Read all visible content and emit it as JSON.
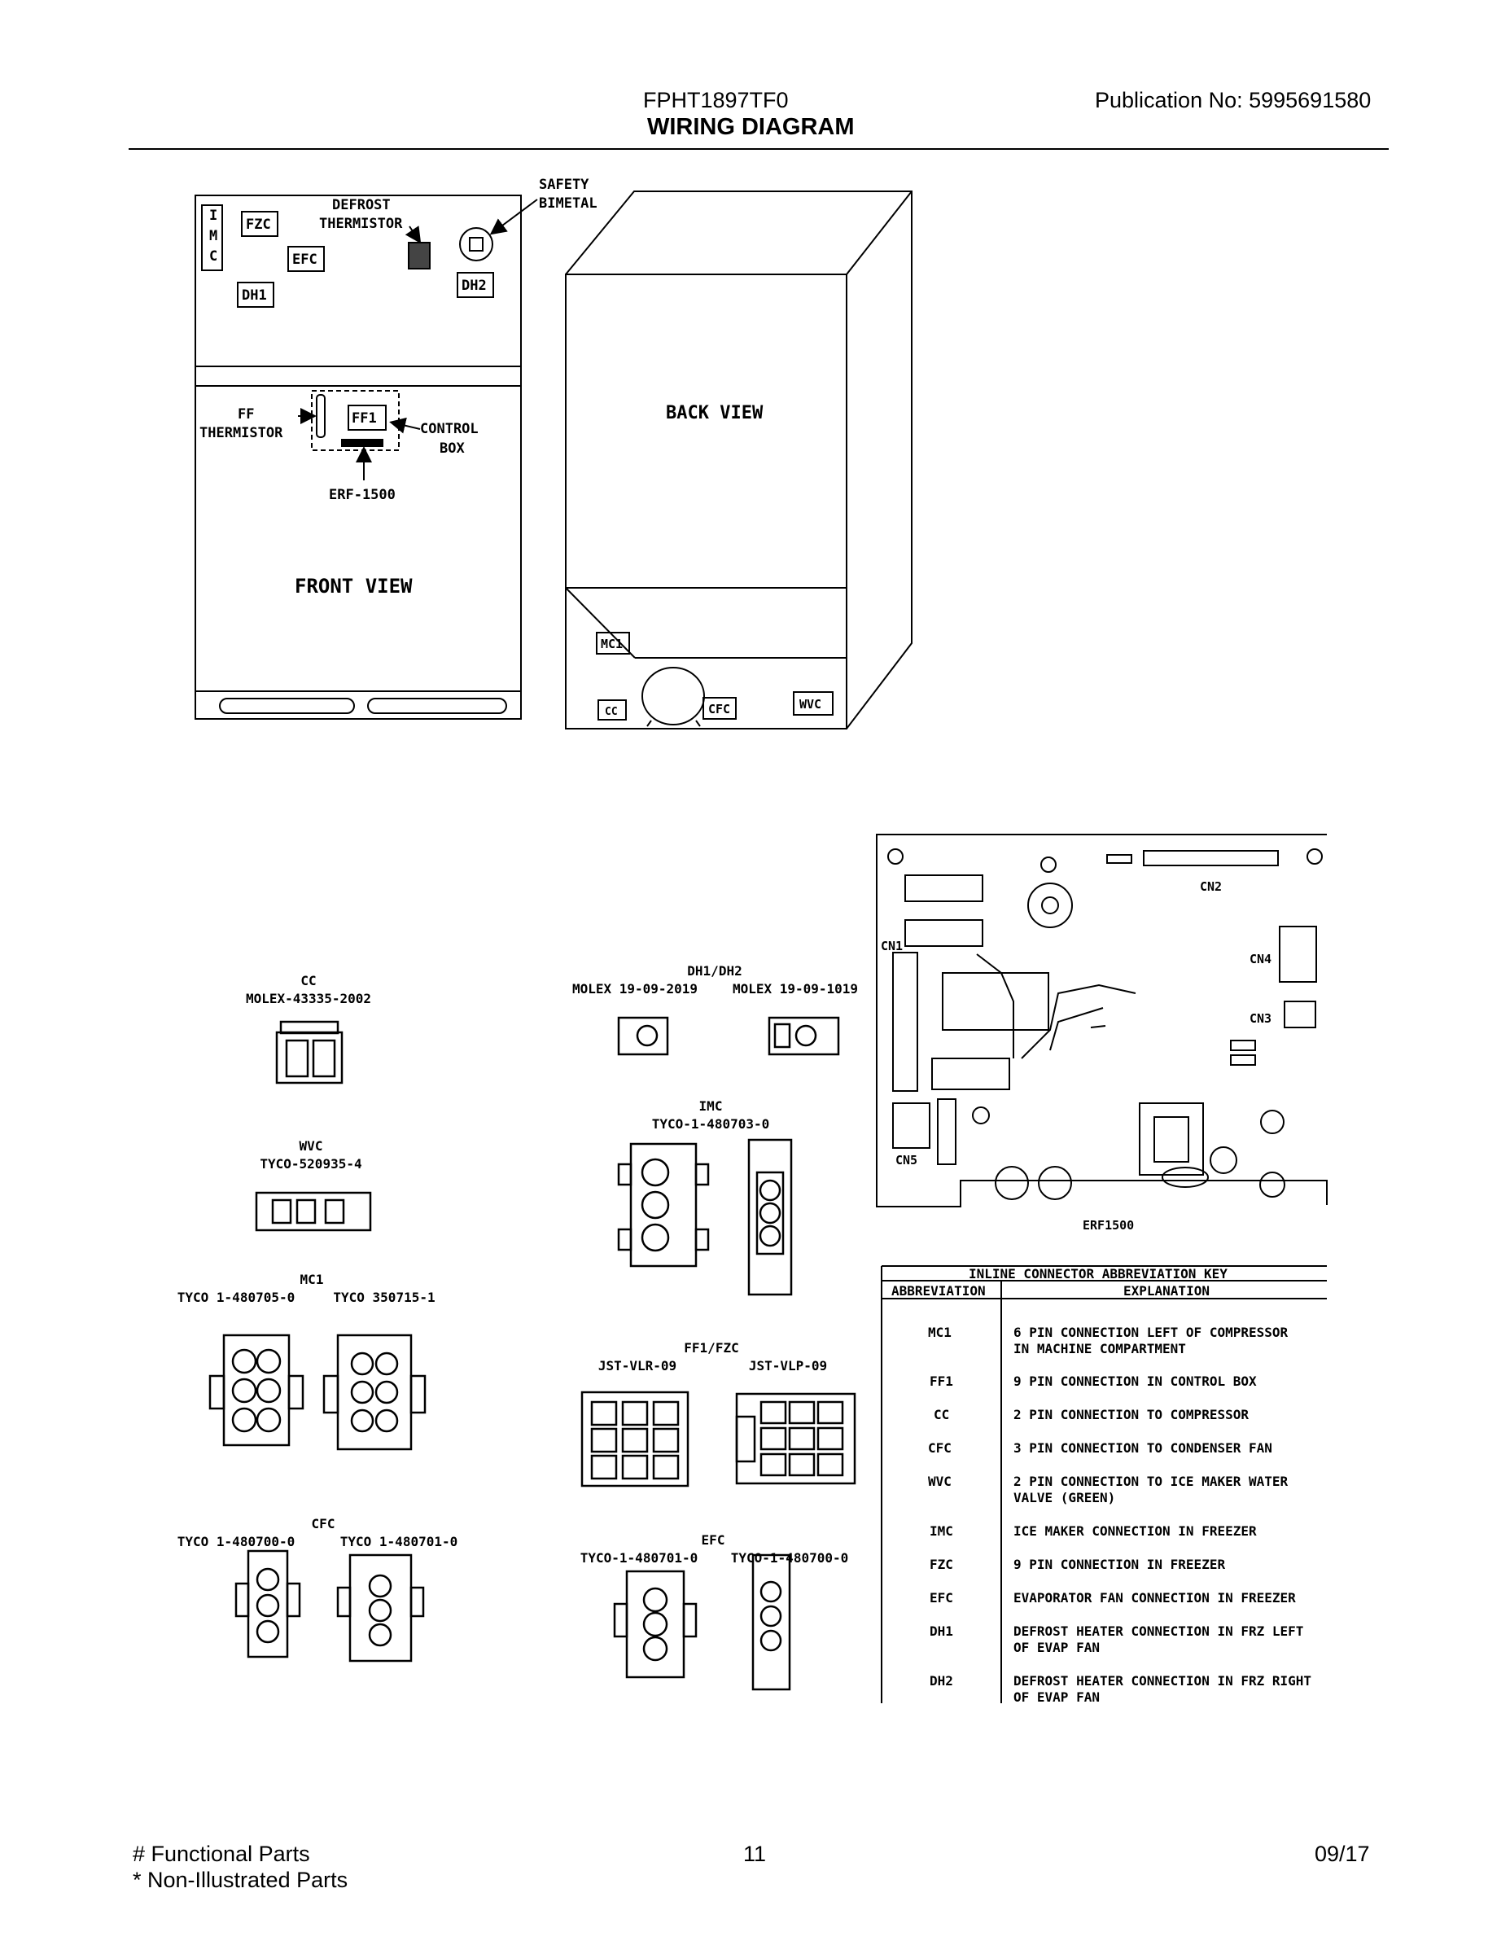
{
  "header": {
    "model": "FPHT1897TF0",
    "title": "WIRING DIAGRAM",
    "publication": "Publication No:  5995691580"
  },
  "front_view": {
    "imc_letters": [
      "I",
      "M",
      "C"
    ],
    "fzc": "FZC",
    "efc": "EFC",
    "dh1": "DH1",
    "dh2": "DH2",
    "defrost_line1": "DEFROST",
    "defrost_line2": "THERMISTOR",
    "ff_line1": "FF",
    "ff_line2": "THERMISTOR",
    "ff1": "FF1",
    "control_line1": "CONTROL",
    "control_line2": "BOX",
    "erf": "ERF-1500",
    "label": "FRONT VIEW"
  },
  "back_view": {
    "safety_line1": "SAFETY",
    "safety_line2": "BIMETAL",
    "label": "BACK VIEW",
    "mc1": "MC1",
    "cc": "CC",
    "cfc": "CFC",
    "wvc": "WVC"
  },
  "connectors": {
    "cc_title": "CC",
    "cc_part": "MOLEX-43335-2002",
    "dh_title": "DH1/DH2",
    "dh_part_a": "MOLEX 19-09-2019",
    "dh_part_b": "MOLEX 19-09-1019",
    "imc_title": "IMC",
    "imc_part": "TYCO-1-480703-0",
    "wvc_title": "WVC",
    "wvc_part": "TYCO-520935-4",
    "mc1_title": "MC1",
    "mc1_part_a": "TYCO 1-480705-0",
    "mc1_part_b": "TYCO 350715-1",
    "ff1fzc_title": "FF1/FZC",
    "ff1fzc_part_a": "JST-VLR-09",
    "ff1fzc_part_b": "JST-VLP-09",
    "cfc_title": "CFC",
    "cfc_part_a": "TYCO 1-480700-0",
    "cfc_part_b": "TYCO 1-480701-0",
    "efc_title": "EFC",
    "efc_part_a": "TYCO-1-480701-0",
    "efc_part_b": "TYCO-1-480700-0"
  },
  "board": {
    "cn1": "CN1",
    "cn2": "CN2",
    "cn3": "CN3",
    "cn4": "CN4",
    "cn5": "CN5",
    "label": "ERF1500"
  },
  "key_table": {
    "title": "INLINE CONNECTOR ABBREVIATION KEY",
    "col_abbr": "ABBREVIATION",
    "col_expl": "EXPLANATION",
    "rows": [
      {
        "abbr": "MC1",
        "l1": "6 PIN CONNECTION LEFT OF COMPRESSOR",
        "l2": "IN MACHINE COMPARTMENT"
      },
      {
        "abbr": "FF1",
        "l1": "9 PIN CONNECTION IN CONTROL BOX",
        "l2": ""
      },
      {
        "abbr": "CC",
        "l1": "2 PIN CONNECTION TO COMPRESSOR",
        "l2": ""
      },
      {
        "abbr": "CFC",
        "l1": "3 PIN CONNECTION TO CONDENSER FAN",
        "l2": ""
      },
      {
        "abbr": "WVC",
        "l1": "2 PIN CONNECTION TO ICE MAKER WATER",
        "l2": "VALVE (GREEN)"
      },
      {
        "abbr": "IMC",
        "l1": "ICE MAKER CONNECTION IN FREEZER",
        "l2": ""
      },
      {
        "abbr": "FZC",
        "l1": "9 PIN CONNECTION IN FREEZER",
        "l2": ""
      },
      {
        "abbr": "EFC",
        "l1": "EVAPORATOR FAN CONNECTION IN FREEZER",
        "l2": ""
      },
      {
        "abbr": "DH1",
        "l1": "DEFROST HEATER CONNECTION IN FRZ LEFT",
        "l2": "OF EVAP FAN"
      },
      {
        "abbr": "DH2",
        "l1": "DEFROST HEATER CONNECTION IN FRZ RIGHT",
        "l2": "OF EVAP FAN"
      }
    ]
  },
  "footer": {
    "functional": "# Functional Parts",
    "non_illustrated": "* Non-Illustrated Parts",
    "page": "11",
    "date": "09/17"
  }
}
